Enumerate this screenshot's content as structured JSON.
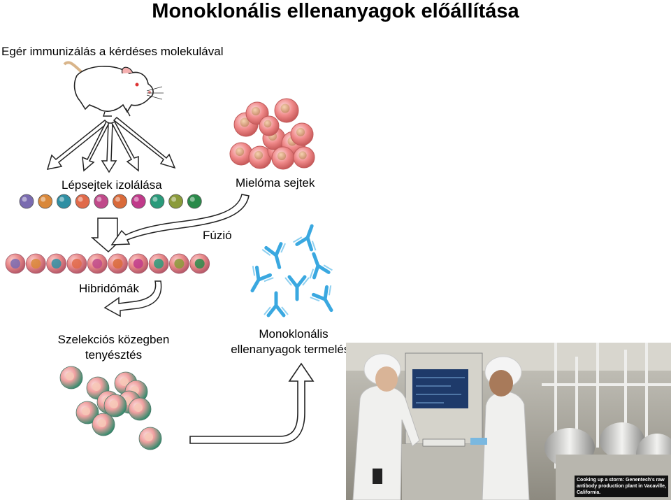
{
  "title": "Monoklonális ellenanyagok előállítása",
  "labels": {
    "step1": "Egér immunizálás a kérdéses molekulával",
    "spleen": "Lépsejtek izolálása",
    "myeloma": "Mielóma sejtek",
    "fusion": "Fúzió",
    "hybridomas": "Hibridómák",
    "selection": "Szelekciós közegben tenyésztés",
    "mab": "Monoklonális ellenanyagok termelése"
  },
  "photo": {
    "caption": "Cooking up a storm: Genentech's raw antibody production plant in Vacaville, California."
  },
  "colors": {
    "myeloma_cell": "#f08a8a",
    "antibody": "#3aa8e0",
    "spleen_cells": [
      "#7a6bb0",
      "#d9883a",
      "#2f8fa3",
      "#e06a4a",
      "#c04a8a",
      "#d96a3a",
      "#c03a8a",
      "#2a9a7a",
      "#8a9a3a",
      "#2a8a4a"
    ]
  }
}
